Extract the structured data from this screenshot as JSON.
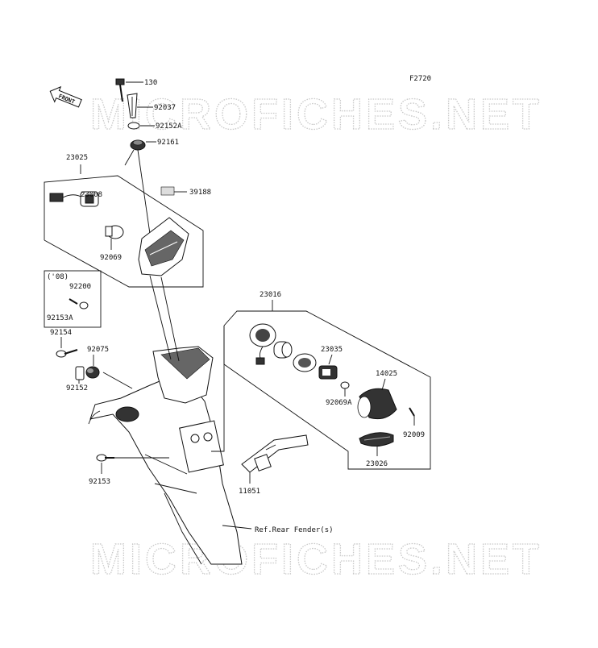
{
  "figure_code": "F2720",
  "front_label": "FRONT",
  "watermark": "MICROFICHES.NET",
  "note_year": "('08)",
  "parts": {
    "p130": "130",
    "p92037": "92037",
    "p92152a": "92152A",
    "p92161": "92161",
    "p23025": "23025",
    "p23008": "23008",
    "p39188": "39188",
    "p92069": "92069",
    "p92200": "92200",
    "p92153a": "92153A",
    "p92154": "92154",
    "p92075": "92075",
    "p92152": "92152",
    "p23016": "23016",
    "p23035": "23035",
    "p14025": "14025",
    "p92069a": "92069A",
    "p92009": "92009",
    "p23026": "23026",
    "p92153": "92153",
    "p11051": "11051"
  },
  "reference_label": "Ref.Rear Fender(s)"
}
